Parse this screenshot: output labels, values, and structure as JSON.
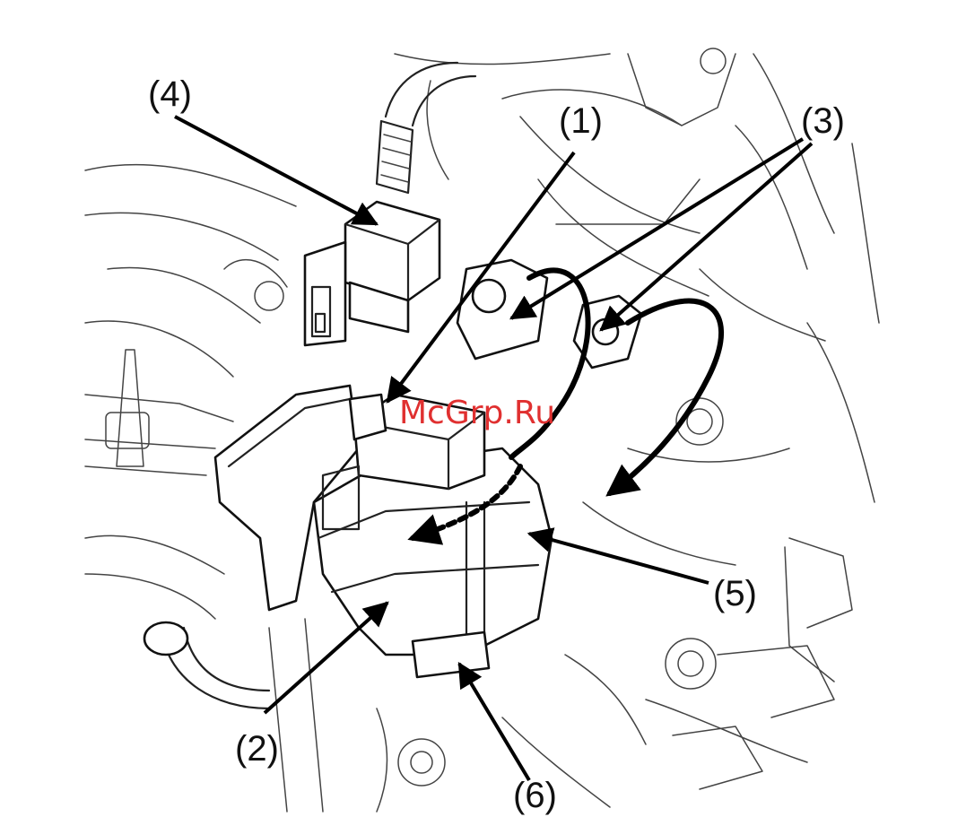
{
  "callouts": {
    "c1": "(1)",
    "c2": "(2)",
    "c3": "(3)",
    "c4": "(4)",
    "c5": "(5)",
    "c6": "(6)"
  },
  "watermark": "McGrp.Ru",
  "colors": {
    "line": "#222222",
    "watermark": "#e03030",
    "background": "#ffffff"
  }
}
